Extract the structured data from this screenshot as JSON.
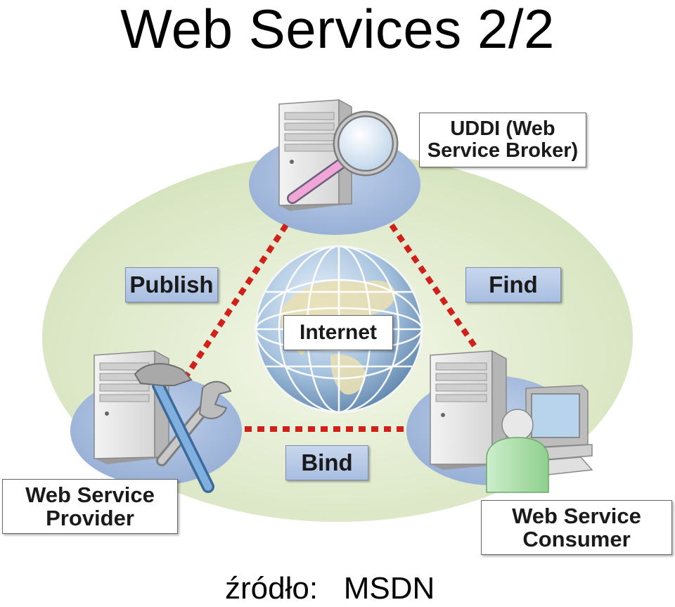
{
  "title": "Web Services 2/2",
  "nodes": {
    "broker": "UDDI (Web Service Broker)",
    "provider": "Web Service Provider",
    "consumer": "Web Service Consumer"
  },
  "actions": {
    "publish": "Publish",
    "find": "Find",
    "bind": "Bind"
  },
  "center": "Internet",
  "source": {
    "label": "źródło:",
    "value": "MSDN"
  },
  "colors": {
    "ellipse": "#dde8c8",
    "platform": "#a9bedf",
    "dotted_line": "#d0201a",
    "label_fill": "#b8cae8"
  },
  "icons": [
    "server-icon",
    "magnifier-icon",
    "globe-icon",
    "hammer-icon",
    "wrench-icon",
    "workstation-icon",
    "person-icon"
  ]
}
